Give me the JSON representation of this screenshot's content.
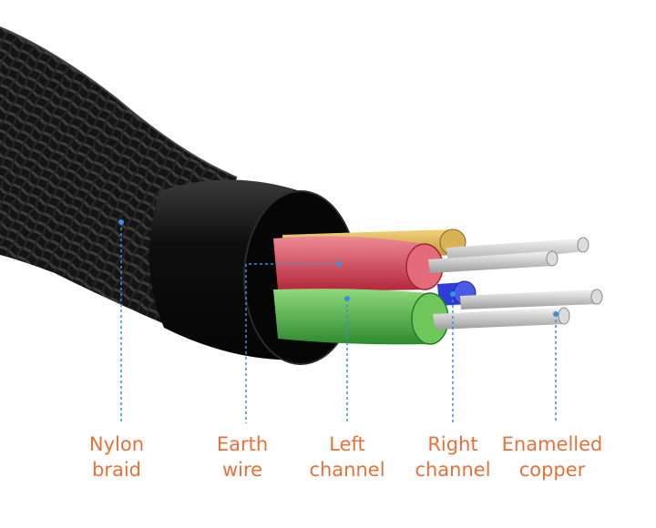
{
  "diagram": {
    "colors": {
      "label": "#e8713a",
      "leader": "#3b8de0",
      "braid": "#1a1a1a",
      "jacket": "#0d0d0d",
      "earth_wire": "#e0a23a",
      "left_channel": "#3aa83e",
      "right_channel": "#2d3fd6",
      "copper": "#c7c7c7",
      "red_core": "#d9485a"
    },
    "labels": [
      {
        "id": "nylon-braid",
        "text": "Nylon\nbraid"
      },
      {
        "id": "earth-wire",
        "text": "Earth\nwire"
      },
      {
        "id": "left-channel",
        "text": "Left\nchannel"
      },
      {
        "id": "right-channel",
        "text": "Right\nchannel"
      },
      {
        "id": "enamelled-copper",
        "text": "Enamelled\ncopper"
      }
    ]
  }
}
